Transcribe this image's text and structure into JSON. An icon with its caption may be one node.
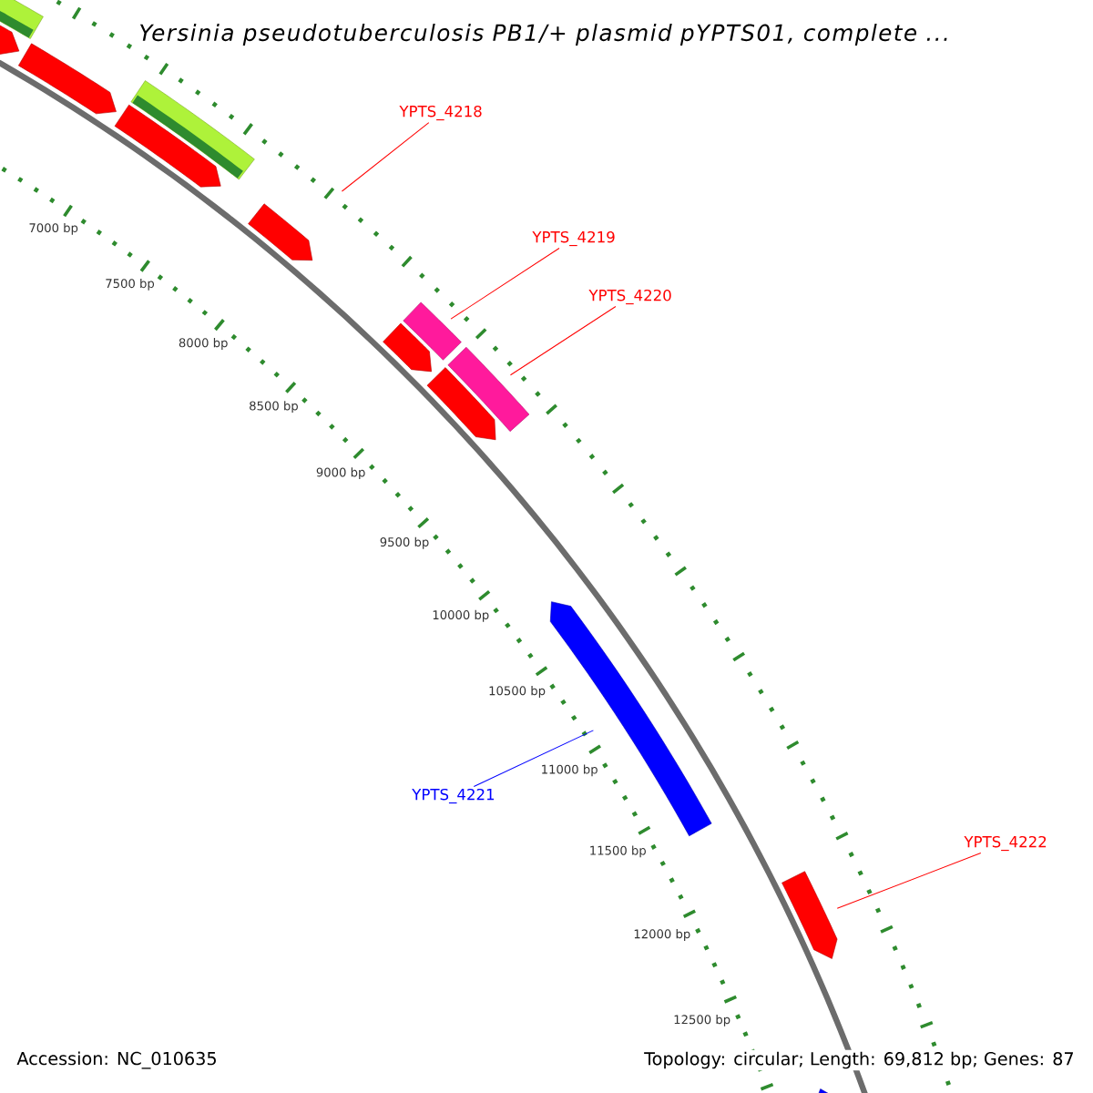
{
  "diagram": {
    "title": "Yersinia pseudotuberculosis PB1/+ plasmid pYPTS01, complete ...",
    "nodes": [
      {
        "text": [
          "YPTS_4218"
        ]
      },
      {
        "text": [],
        "shape": "arrow"
      },
      {
        "text": [
          "YPTS_4219"
        ]
      },
      {
        "text": [],
        "shape": "arrow"
      },
      {
        "text": [
          "YPTS_4220"
        ]
      },
      {
        "text": [],
        "shape": "arrow"
      },
      {
        "text": [
          "YPTS_4221"
        ]
      },
      {
        "text": [],
        "shape": "arrow"
      },
      {
        "text": [
          "YPTS_4222"
        ]
      },
      {
        "text": [],
        "shape": "arrow"
      }
    ],
    "edges": [
      {
        "from": 0,
        "to": 1,
        "arrow": "none"
      },
      {
        "from": 2,
        "to": 3,
        "arrow": "none"
      },
      {
        "from": 4,
        "to": 5,
        "arrow": "none"
      },
      {
        "from": 6,
        "to": 7,
        "arrow": "none",
        "color": "#0000ff"
      },
      {
        "from": 8,
        "to": 9,
        "arrow": "none"
      }
    ],
    "labels": [
      "7000 bp",
      "7500 bp",
      "8000 bp",
      "8500 bp",
      "9000 bp",
      "9500 bp",
      "10000 bp",
      "10500 bp",
      "11000 bp",
      "11500 bp",
      "12000 bp",
      "12500 bp",
      "Accession: NC_010635",
      "Topology: circular; Length: 69,812 bp; Genes: 87"
    ]
  }
}
